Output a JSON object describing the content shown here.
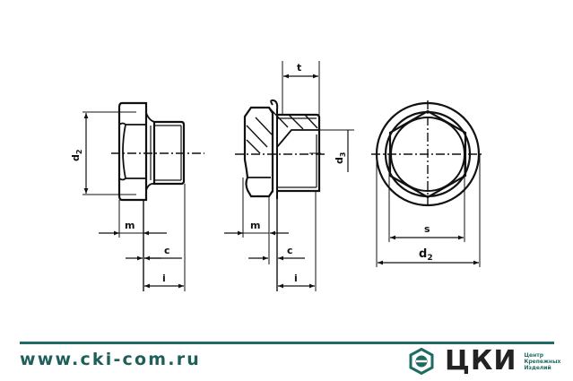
{
  "drawing": {
    "views": [
      {
        "name": "side-view-plain-plug",
        "labels": {
          "d2": "d",
          "d2_sub": "2",
          "m": "m",
          "c": "c",
          "i": "i"
        }
      },
      {
        "name": "side-view-collared-plug",
        "labels": {
          "t": "t",
          "d3": "d",
          "d3_sub": "3",
          "m": "m",
          "c": "c",
          "i": "i"
        }
      },
      {
        "name": "end-view-hex-socket",
        "labels": {
          "s": "s",
          "d2": "d",
          "d2_sub": "2"
        }
      }
    ]
  },
  "footer": {
    "url": "www.cki-com.ru",
    "brand_name": "ЦКИ",
    "brand_lines": [
      "Центр",
      "Крепежных",
      "Изделий"
    ],
    "accent_color": "#1f6b63",
    "logo_icon": "hexagon-logo-icon"
  }
}
